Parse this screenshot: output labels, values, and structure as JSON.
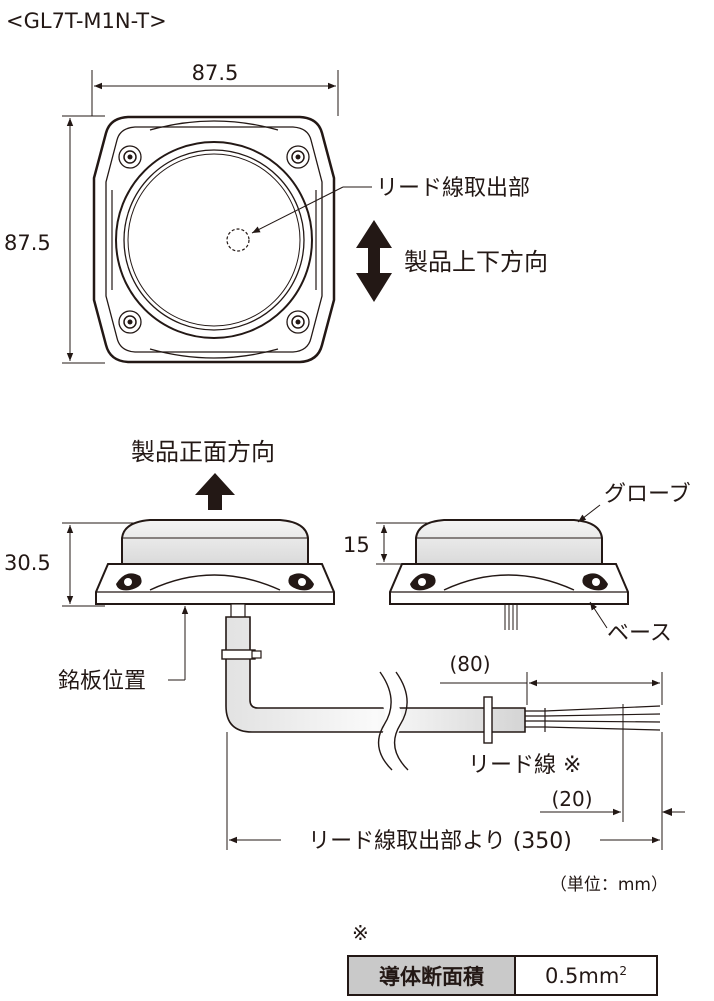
{
  "model": "<GL7T-M1N-T>",
  "top_view": {
    "width_dim": "87.5",
    "height_dim": "87.5",
    "lead_exit_label": "リード線取出部",
    "vertical_direction_label": "製品上下方向"
  },
  "side_view": {
    "front_direction_label": "製品正面方向",
    "height_dim": "30.5",
    "globe_height_dim": "15",
    "globe_label": "グローブ",
    "base_label": "ベース",
    "nameplate_label": "銘板位置",
    "dim_80": "(80)",
    "lead_wire_label": "リード線 ※",
    "dim_20": "(20)",
    "dim_350": "リード線取出部より (350)",
    "unit_label": "（単位：mm）"
  },
  "note": {
    "mark": "※",
    "table_header": "導体断面積",
    "table_value": "0.5mm",
    "table_value_sup": "2"
  }
}
